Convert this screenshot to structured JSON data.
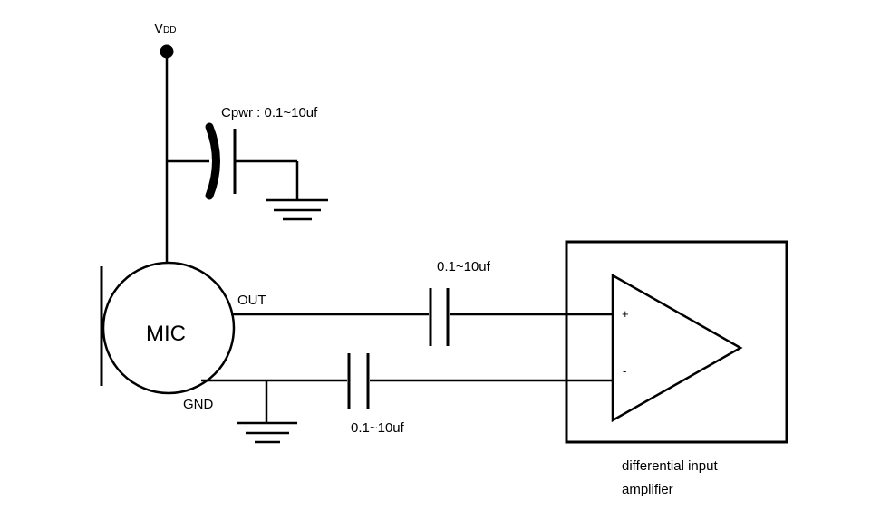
{
  "labels": {
    "vdd_main": "V",
    "vdd_sub": "DD",
    "cpwr": "Cpwr : 0.1~10uf",
    "cap_out": "0.1~10uf",
    "cap_gnd": "0.1~10uf",
    "out": "OUT",
    "gnd": "GND",
    "mic": "MIC",
    "plus": "+",
    "minus": "-",
    "amp_line1": "differential input",
    "amp_line2": "amplifier"
  },
  "colors": {
    "ink": "#000000",
    "background": "#ffffff"
  }
}
